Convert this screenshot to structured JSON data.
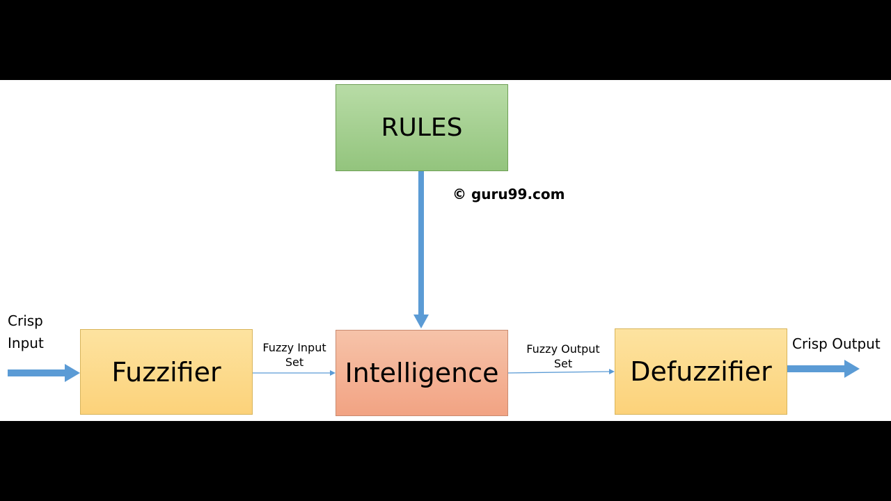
{
  "nodes": {
    "rules": "RULES",
    "fuzzifier": "Fuzzifier",
    "intelligence": "Intelligence",
    "defuzzifier": "Defuzzifier"
  },
  "labels": {
    "crisp_input": "Crisp\nInput",
    "crisp_output": "Crisp Output",
    "fuzzy_input_set": "Fuzzy Input\nSet",
    "fuzzy_output_set": "Fuzzy Output\nSet"
  },
  "watermark": "© guru99.com",
  "colors": {
    "rules_fill": "#a9d18e",
    "fuzzifier_fill": "#ffd97d",
    "intelligence_fill": "#f4b183",
    "defuzzifier_fill": "#ffd97d",
    "arrow": "#5b9bd5",
    "background_band": "#000000"
  },
  "edges": [
    {
      "from": "crisp_input",
      "to": "fuzzifier",
      "style": "thick"
    },
    {
      "from": "fuzzifier",
      "to": "intelligence",
      "label": "fuzzy_input_set",
      "style": "thin"
    },
    {
      "from": "rules",
      "to": "intelligence",
      "style": "thick"
    },
    {
      "from": "intelligence",
      "to": "defuzzifier",
      "label": "fuzzy_output_set",
      "style": "thin"
    },
    {
      "from": "defuzzifier",
      "to": "crisp_output",
      "style": "thick"
    }
  ]
}
